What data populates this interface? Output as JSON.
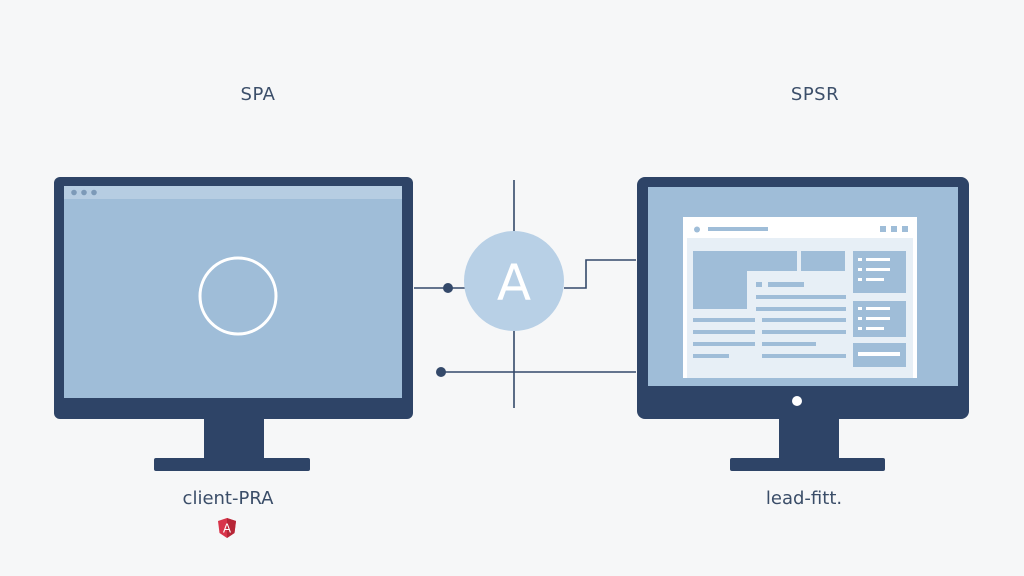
{
  "left": {
    "title": "SPA",
    "caption": "client-PRA"
  },
  "right": {
    "title": "SPSR",
    "caption": "lead-fitt."
  },
  "hub": {
    "letter": "A"
  },
  "badge": {
    "letter": "A",
    "icon": "angular-shield-icon"
  },
  "colors": {
    "background": "#f6f7f8",
    "monitor_frame": "#2e4467",
    "screen": "#9fbdd8",
    "connector": "#34496a",
    "hub_fill": "#b8d0e6",
    "badge_red": "#d8344a"
  }
}
